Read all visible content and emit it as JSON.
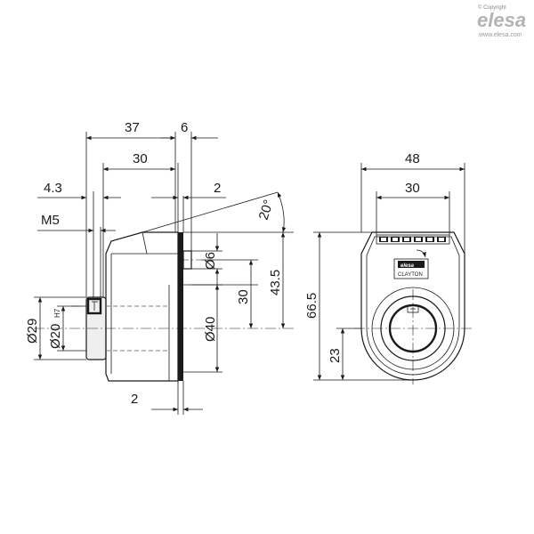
{
  "branding": {
    "copyright": "© Copyright",
    "logo": "elesa",
    "url": "www.elesa.com"
  },
  "side_view": {
    "dims": {
      "overall_length": "37",
      "flange_offset": "6",
      "body_length": "30",
      "thread_offset": "4.3",
      "flange_thickness": "2",
      "bottom_flange": "2",
      "thread": "M5",
      "angle": "20°",
      "pin_dia": "Ø6",
      "pin_height": "30",
      "total_height": "43.5",
      "hub_dia": "Ø40",
      "outer_dia": "Ø29",
      "bore_dia": "Ø20",
      "bore_tol": "H7"
    }
  },
  "front_view": {
    "dims": {
      "width": "48",
      "window_width": "30",
      "height": "66.5",
      "center_height": "23"
    },
    "labels": {
      "logo": "elesa",
      "maker": "CLAYTON"
    }
  }
}
